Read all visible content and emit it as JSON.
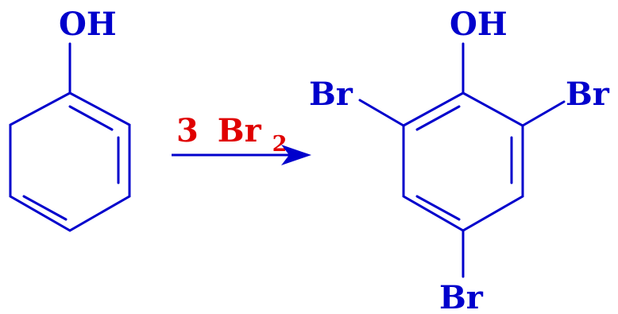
{
  "reactant": {
    "hydroxyl_label": "OH"
  },
  "reagent": {
    "coefficient": "3",
    "element": "Br",
    "subscript": "2"
  },
  "product": {
    "hydroxyl_label": "OH",
    "bromo_left_label": "Br",
    "bromo_right_label": "Br",
    "bromo_para_label": "Br"
  },
  "colors": {
    "structure": "#0000cc",
    "reagent": "#e00000",
    "background": "#ffffff"
  }
}
